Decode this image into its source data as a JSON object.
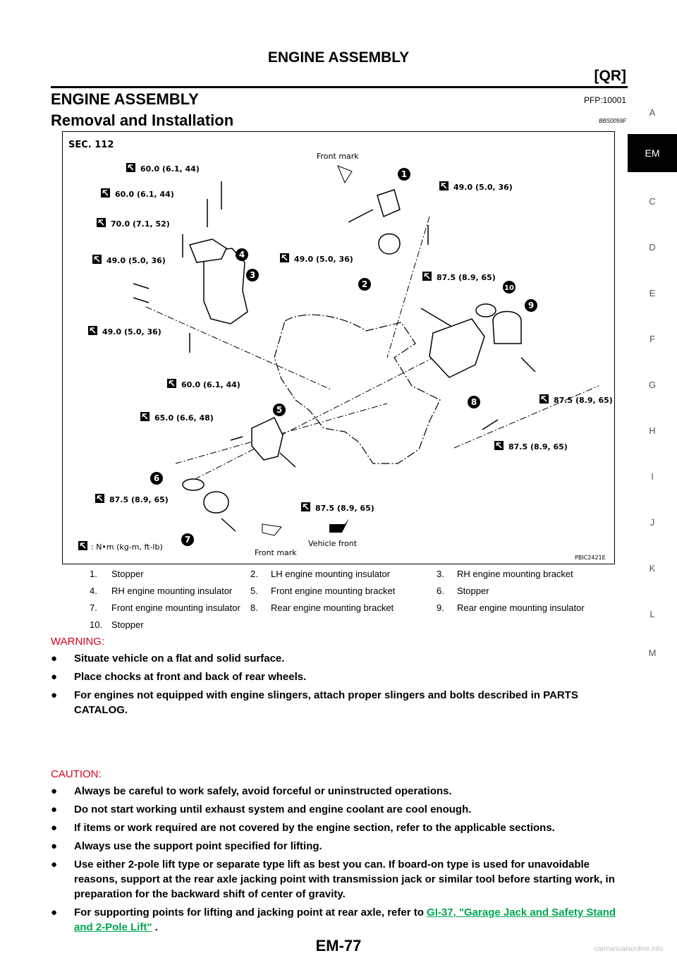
{
  "header": {
    "title": "ENGINE ASSEMBLY",
    "engine_code": "[QR]"
  },
  "section": {
    "title": "ENGINE ASSEMBLY",
    "pfp": "PFP:10001"
  },
  "subsection": {
    "title": "Removal and Installation",
    "code": "BBS0059F"
  },
  "index_tabs": {
    "letters": [
      "A",
      "EM",
      "C",
      "D",
      "E",
      "F",
      "G",
      "H",
      "I",
      "J",
      "K",
      "L",
      "M"
    ],
    "active": "EM"
  },
  "figure": {
    "sec": "SEC. 112",
    "front_mark_top": "Front mark",
    "front_mark_bottom": "Front mark",
    "vehicle_front": "Vehicle front",
    "unit_legend": ": N•m (kg-m, ft-lb)",
    "figure_code": "PBIC2421E",
    "callouts": [
      "1",
      "2",
      "3",
      "4",
      "5",
      "6",
      "7",
      "8",
      "9",
      "10"
    ],
    "torques": [
      "60.0 (6.1, 44)",
      "60.0 (6.1, 44)",
      "70.0 (7.1, 52)",
      "49.0 (5.0, 36)",
      "49.0 (5.0, 36)",
      "60.0 (6.1, 44)",
      "65.0 (6.6, 48)",
      "87.5 (8.9, 65)",
      "49.0 (5.0, 36)",
      "49.0 (5.0, 36)",
      "87.5 (8.9, 65)",
      "87.5 (8.9, 65)",
      "87.5 (8.9, 65)",
      "87.5 (8.9, 65)"
    ]
  },
  "legend": [
    [
      "1.",
      "Stopper",
      "2.",
      "LH engine mounting insulator",
      "3.",
      "RH engine mounting bracket"
    ],
    [
      "4.",
      "RH engine mounting insulator",
      "5.",
      "Front engine mounting bracket",
      "6.",
      "Stopper"
    ],
    [
      "7.",
      "Front engine mounting insulator",
      "8.",
      "Rear engine mounting bracket",
      "9.",
      "Rear engine mounting insulator"
    ],
    [
      "10.",
      "Stopper",
      "",
      "",
      "",
      ""
    ]
  ],
  "warning": {
    "label": "WARNING:",
    "items": [
      "Situate vehicle on a flat and solid surface.",
      "Place chocks at front and back of rear wheels.",
      "For engines not equipped with engine slingers, attach proper slingers and bolts described in PARTS CATALOG."
    ]
  },
  "caution": {
    "label": "CAUTION:",
    "items": [
      "Always be careful to work safely, avoid forceful or uninstructed operations.",
      "Do not start working until exhaust system and engine coolant are cool enough.",
      "If items or work required are not covered by the engine section, refer to the applicable sections.",
      "Always use the support point specified for lifting.",
      "Use either 2-pole lift type or separate type lift as best you can. If board-on type is used for unavoidable reasons, support at the rear axle jacking point with transmission jack or similar tool before starting work, in preparation for the backward shift of center of gravity."
    ],
    "last_item_prefix": "For supporting points for lifting and jacking point at rear axle, refer to",
    "last_item_link": "GI-37, \"Garage Jack and Safety Stand and 2-Pole Lift\"",
    "last_item_suffix": "."
  },
  "footer": {
    "page": "EM-77"
  },
  "watermark": "carmanualsonline.info"
}
